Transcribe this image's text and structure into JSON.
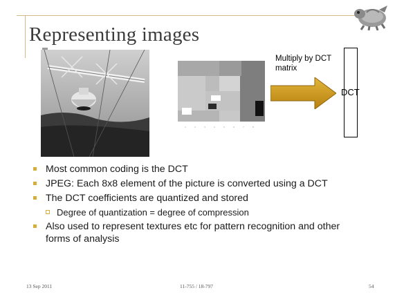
{
  "slide": {
    "title": "Representing images",
    "diagram": {
      "multiply_label": "Multiply by DCT matrix",
      "dct_label": "DCT"
    },
    "bullets": [
      "Most common coding is the DCT",
      "JPEG: Each 8x8 element of the picture is converted using a DCT",
      "The DCT coefficients are quantized and stored"
    ],
    "sub_bullet": "Degree of quantization = degree of compression",
    "last_bullet": "Also used to represent textures etc for pattern recognition and other forms of analysis",
    "footer": {
      "date": "13 Sep 2011",
      "course": "11-755 / 18-797",
      "page": "54"
    }
  },
  "colors": {
    "accent": "#d4ae38",
    "arrow": "#c28a12",
    "frame": "#d3b987"
  }
}
